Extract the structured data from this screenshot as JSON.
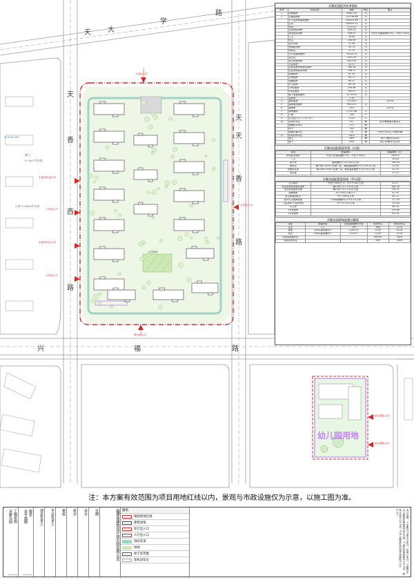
{
  "roads": {
    "north_name": [
      "天",
      "大",
      "学",
      "路"
    ],
    "west_name": [
      "天",
      "香",
      "西",
      "路"
    ],
    "east_name": [
      "天",
      "天",
      "香",
      "路"
    ],
    "south_name": [
      "兴",
      "福",
      "路"
    ]
  },
  "site_labels": {
    "gate_north": "人行出入口",
    "gate_west_1": "小区车行出入口",
    "gate_west_2": "人行出入口",
    "gate_west_3": "小区车行出入口",
    "gate_west_4": "人行出入口",
    "gate_south": "车行出入口",
    "gate_east": "人行出入口",
    "west_annotations": [
      "52,000,000",
      "南门",
      "S=400 平方米",
      "小学 S=8000平方米"
    ],
    "park": "公共绿地",
    "kindergarten": "幼儿园用地",
    "kg_gate_1": "幼儿园出入口",
    "kg_gate_2": "幼儿园出入口"
  },
  "econ_table": {
    "title": "天聚北园经济技术指标",
    "headers": [
      "序号",
      "项目名称",
      "指标",
      "单位",
      "备注"
    ],
    "rows": [
      [
        "1",
        "用地面积",
        "40007.83",
        "㎡",
        ""
      ],
      [
        "2",
        "总建筑面积",
        "143746.66",
        "㎡",
        ""
      ],
      [
        "",
        "计入容积率建筑面积",
        "104553.96",
        "㎡",
        ""
      ],
      [
        "",
        "住宅",
        "100455.15",
        "㎡",
        ""
      ],
      [
        "",
        "商业",
        "1234.41",
        "㎡",
        ""
      ],
      [
        "",
        "社区服务用房",
        "844.49",
        "㎡",
        ""
      ],
      [
        "",
        "物业服务用房",
        "446.03",
        "㎡",
        "不低于总建筑面积3‰，不低于100㎡"
      ],
      [
        "",
        "门卫",
        "30.00",
        "㎡",
        ""
      ],
      [
        "",
        "警卫",
        "206.99",
        "㎡",
        ""
      ],
      [
        "",
        "自行车库",
        "51.46",
        "㎡",
        ""
      ],
      [
        "",
        "快递柜用房",
        "52.79",
        "㎡",
        ""
      ],
      [
        "",
        "消防控",
        "57.23",
        "㎡",
        ""
      ],
      [
        "",
        "不计容建筑面积",
        "39214.70",
        "㎡",
        ""
      ],
      [
        "",
        "架空层",
        "1451.39",
        "㎡",
        ""
      ],
      [
        "",
        "地上配套用房",
        "1023.90",
        "㎡",
        ""
      ],
      [
        "",
        "小区用房",
        "43.27",
        "㎡",
        ""
      ],
      [
        "",
        "社区居家养老服务用房",
        "160.38",
        "㎡",
        ""
      ],
      [
        "",
        "社区其他服务用房",
        "246.31",
        "㎡",
        ""
      ],
      [
        "",
        "物管用房",
        "67.59",
        "㎡",
        ""
      ],
      [
        "",
        "分拣用房",
        "63.72",
        "㎡",
        ""
      ],
      [
        "",
        "设备用房",
        "60.47",
        "㎡",
        ""
      ],
      [
        "",
        "环卫用房",
        "69.76",
        "㎡",
        ""
      ],
      [
        "",
        "1#电池房",
        "199.96",
        "㎡",
        ""
      ],
      [
        "",
        "2#电池房",
        "192.91",
        "㎡",
        ""
      ],
      [
        "",
        "地下室建筑面积",
        "32739.41",
        "㎡",
        ""
      ],
      [
        "3",
        "容积率",
        "2.19",
        "",
        ""
      ],
      [
        "4",
        "建筑密度",
        "20.00%",
        "",
        "≤25%"
      ],
      [
        "5",
        "建筑基底面积",
        "9901.53",
        "㎡",
        ""
      ],
      [
        "6",
        "绿地率",
        "35%",
        "",
        "≥35%"
      ],
      [
        "7",
        "绿地面积",
        "17327.68",
        "㎡",
        ""
      ],
      [
        "8",
        "户数",
        "789",
        "户",
        ""
      ],
      [
        "9",
        "总 居住人口（3.2人/户）",
        "2525",
        "人",
        ""
      ],
      [
        "10",
        "机动车车位",
        "911",
        "辆",
        "含16辆地面访客车位"
      ],
      [
        "",
        "地面机动车位",
        "115",
        "辆",
        ""
      ],
      [
        "",
        "地下",
        "782",
        "辆",
        ""
      ],
      [
        "",
        "地面访客车位",
        "16",
        "辆",
        "不低于总车位7%即63辆"
      ],
      [
        "11",
        "非机动车车位",
        "1619",
        "辆",
        ""
      ],
      [
        "",
        "地上",
        "969",
        "辆",
        "按1.5辆/车位计算"
      ],
      [
        "",
        "地下",
        "650",
        "辆",
        "按1.65辆/车位计算"
      ]
    ]
  },
  "facility_table": {
    "title": "天聚北园配套面积表（计容）",
    "headers": [
      "类型",
      "配建指标",
      "配建面积（㎡）"
    ],
    "rows": [
      [
        "物业服务用房",
        "不低于总建筑面积3‰，不低于100㎡",
        "446.03"
      ],
      [
        "门卫",
        "",
        "30.00"
      ],
      [
        "菜市场",
        "建筑面积不小于200平方米",
        "206.99"
      ],
      [
        "便利店",
        "每1000-3000人设置一处，每处建筑面积不小于100平方米",
        "51.46"
      ],
      [
        "快递收发室",
        "每1000-3000人设置一处，每处建筑面积不小于20平方米",
        "52.79"
      ],
      [
        "消控室",
        "",
        "57.23"
      ]
    ]
  },
  "facility_table_2": {
    "title": "天聚北园配套面积表（不计容）",
    "rows": [
      [
        "公共厕所",
        "不低于30㎡/千人，不少于30平方米",
        "43.27"
      ],
      [
        "社区居家养老服务用房",
        "每100户不少于20平方米",
        "160.38"
      ],
      [
        "社区其他服务用房",
        "每100户不少于30平方米",
        "246.31"
      ],
      [
        "物管用房",
        "不少于8平方米/千人",
        "67.59"
      ],
      [
        "再生资源回收点",
        "不少于60平方米",
        "63.72"
      ],
      [
        "室外公共健身设施",
        "人均用地面积不小于0.3平方米",
        "757.50"
      ],
      [
        "儿童老年人活动场地",
        "不少于170平方米",
        "170.00"
      ],
      [
        "环卫房",
        "",
        "69.76"
      ],
      [
        "1#电池房",
        "",
        "199.96"
      ],
      [
        "2#电池房",
        "",
        "192.91"
      ]
    ]
  },
  "parking_table": {
    "title": "天聚北园停车配建计算表",
    "headers": [
      "类型",
      "配建标准",
      "项目建筑面积/户数",
      "机动车位",
      "非机动车位"
    ],
    "rows": [
      [
        "住宅",
        "1.1",
        "789",
        "868",
        "1578"
      ],
      [
        "配套",
        "100㎡建筑面积 2",
        "1358.44",
        "14.00",
        "28.00"
      ],
      [
        "商业",
        "100㎡建筑面积 1",
        "1234.4",
        "13.00",
        "13.00"
      ],
      [
        "项目总配建车位",
        "",
        "",
        "895.00",
        "1619"
      ],
      [
        "项目总停车位",
        "",
        "",
        "895",
        "1619"
      ]
    ]
  },
  "note": "注：本方案有效范围为项目用地红线以内，景观与市政设施仅为示意，以施工图为准。",
  "title_block": {
    "project_name_label": "工程名称",
    "project_name": "天聚北园",
    "drawing_label": "图名",
    "drawing_name": "总平面图",
    "rows": [
      "项目负责人",
      "专业负责人",
      "审核",
      "校对",
      "设计",
      "日期"
    ],
    "company": "福建省建筑设计研究院有限公司",
    "legend_title": "图例",
    "legend": [
      [
        "规划用地红线",
        "#d62828"
      ],
      [
        "建筑退线",
        "#444444"
      ],
      [
        "车行出入口",
        "#d62828"
      ],
      [
        "人行出入口",
        "#d62828"
      ],
      [
        "消防车道",
        "#9fd3c7"
      ],
      [
        "绿地",
        "#cde8b5"
      ],
      [
        "地下室范围",
        "#555555"
      ],
      [
        "非机动车位",
        "#c084fc"
      ]
    ],
    "notes_text": "设计说明：1.本图尺寸单位以米计，标高以米计。2.建筑定位以建筑外墙轴线交点为准。3.消防车道宽度不小于4米，转弯半径不小于9米。4.本工程室外场地排水坡度不小于0.3%。"
  }
}
